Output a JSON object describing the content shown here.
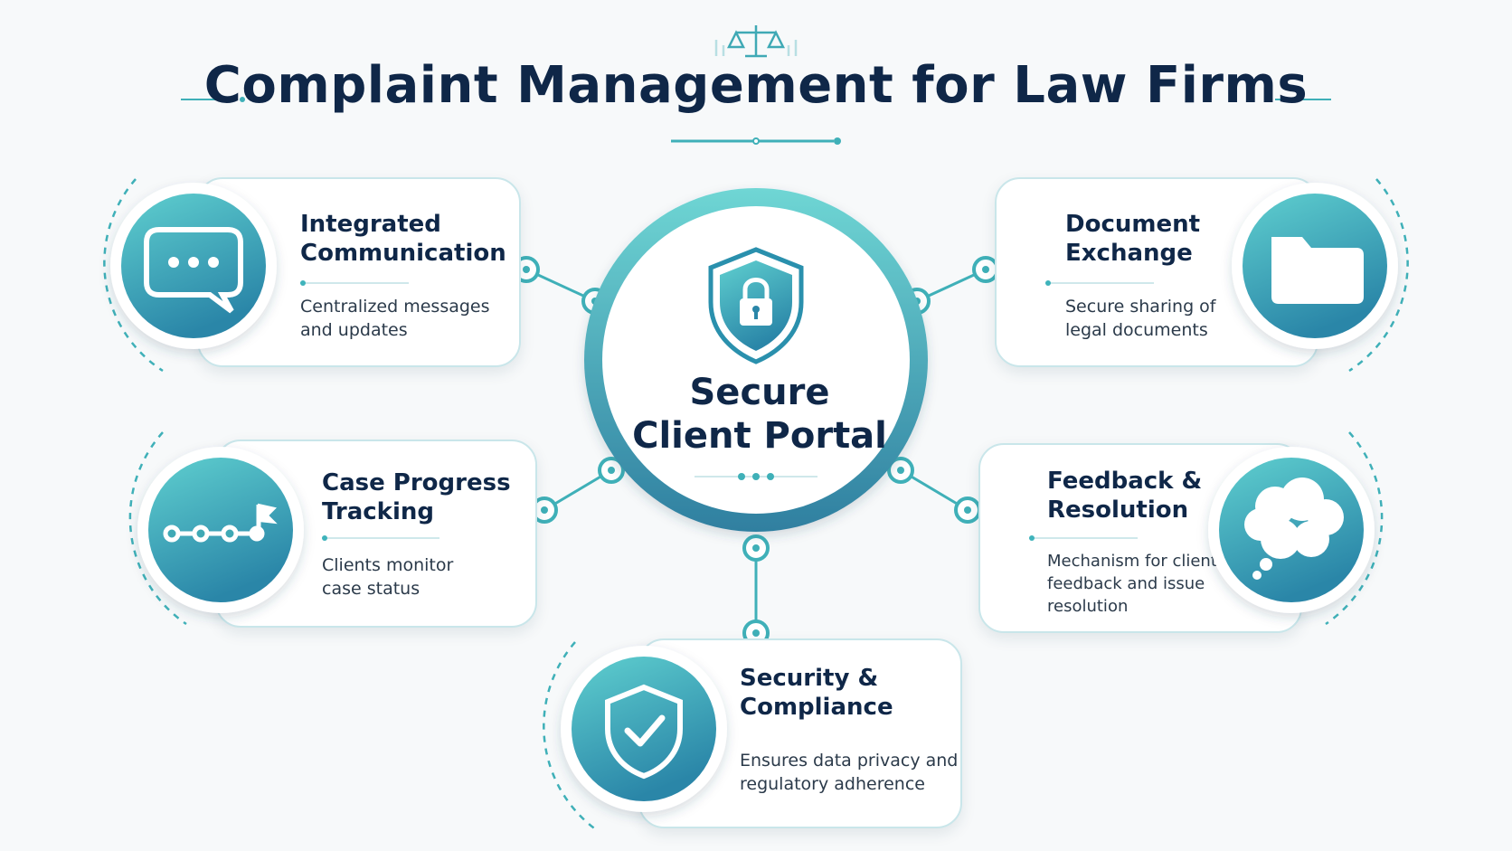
{
  "title": "Complaint Management for Law Firms",
  "hub": {
    "line1": "Secure",
    "line2": "Client Portal",
    "icon": "lock-shield-icon"
  },
  "features": [
    {
      "id": "integrated-communication",
      "title_lines": [
        "Integrated",
        "Communication"
      ],
      "desc_lines": [
        "Centralized messages",
        "and updates"
      ],
      "icon": "chat-bubble-icon"
    },
    {
      "id": "document-exchange",
      "title_lines": [
        "Document",
        "Exchange"
      ],
      "desc_lines": [
        "Secure sharing of",
        "legal documents"
      ],
      "icon": "folder-icon"
    },
    {
      "id": "case-progress-tracking",
      "title_lines": [
        "Case Progress",
        "Tracking"
      ],
      "desc_lines": [
        "Clients monitor",
        "case status"
      ],
      "icon": "progress-flag-icon"
    },
    {
      "id": "feedback-resolution",
      "title_lines": [
        "Feedback &",
        "Resolution"
      ],
      "desc_lines": [
        "Mechanism for client",
        "feedback and issue",
        "resolution"
      ],
      "icon": "thought-bubble-icon"
    },
    {
      "id": "security-compliance",
      "title_lines": [
        "Security &",
        "Compliance"
      ],
      "desc_lines": [
        "Ensures data privacy and",
        "regulatory adherence"
      ],
      "icon": "check-shield-icon"
    }
  ],
  "colors": {
    "navy": "#0f2748",
    "teal_light": "#5fcfcf",
    "teal_dark": "#2a86a8",
    "connector": "#3fb0b8",
    "card_border": "#c9e6ea"
  }
}
